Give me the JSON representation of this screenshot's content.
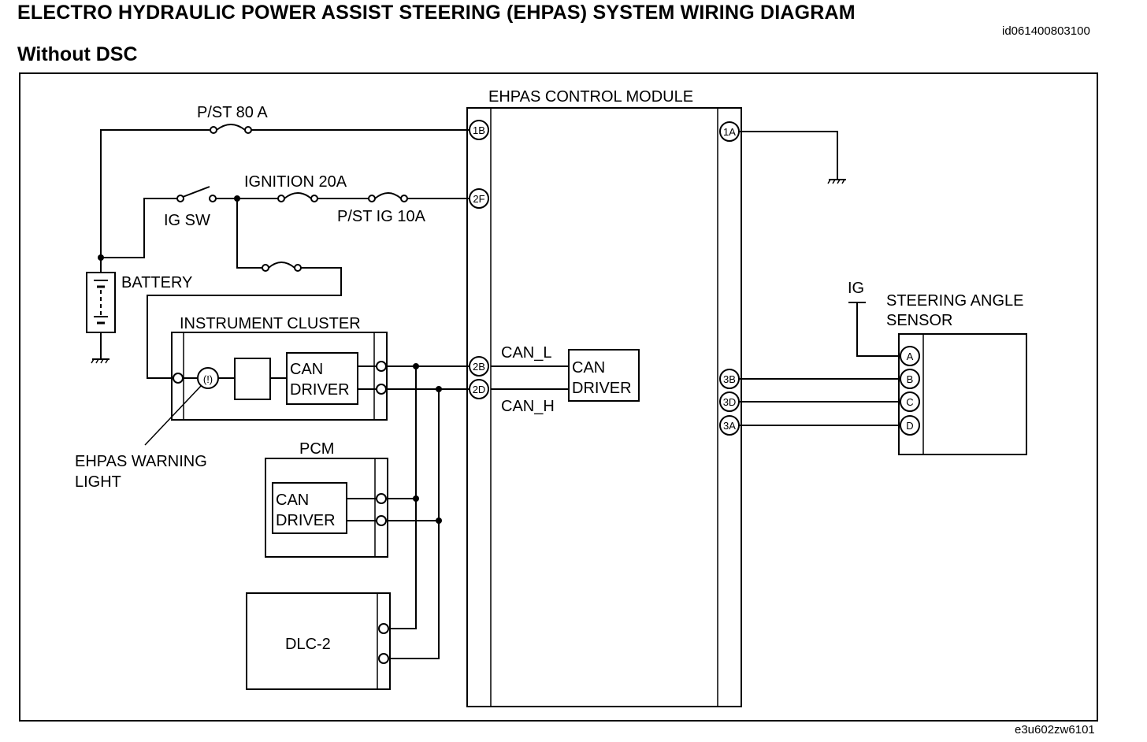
{
  "header": {
    "title": "ELECTRO HYDRAULIC POWER ASSIST STEERING (EHPAS) SYSTEM WIRING DIAGRAM",
    "subtitle": "Without DSC",
    "doc_id": "id061400803100",
    "figure_id": "e3u602zw6101"
  },
  "diagram": {
    "module_title": "EHPAS CONTROL MODULE",
    "fuses": {
      "pst80": "P/ST 80 A",
      "ignition20": "IGNITION 20A",
      "pstig10": "P/ST IG 10A"
    },
    "ig_switch": "IG SW",
    "battery": "BATTERY",
    "instrument_cluster": "INSTRUMENT CLUSTER",
    "warning_light": [
      "EHPAS WARNING",
      "LIGHT"
    ],
    "pcm": "PCM",
    "dlc": "DLC-2",
    "can_driver": [
      "CAN",
      "DRIVER"
    ],
    "can_l": "CAN_L",
    "can_h": "CAN_H",
    "ig": "IG",
    "steering_sensor": [
      "STEERING ANGLE",
      "SENSOR"
    ],
    "module_pins": {
      "p1b": "1B",
      "p2f": "2F",
      "p2b": "2B",
      "p2d": "2D",
      "p1a": "1A",
      "p3b": "3B",
      "p3d": "3D",
      "p3a": "3A"
    },
    "sensor_pins": [
      "A",
      "B",
      "C",
      "D"
    ]
  }
}
